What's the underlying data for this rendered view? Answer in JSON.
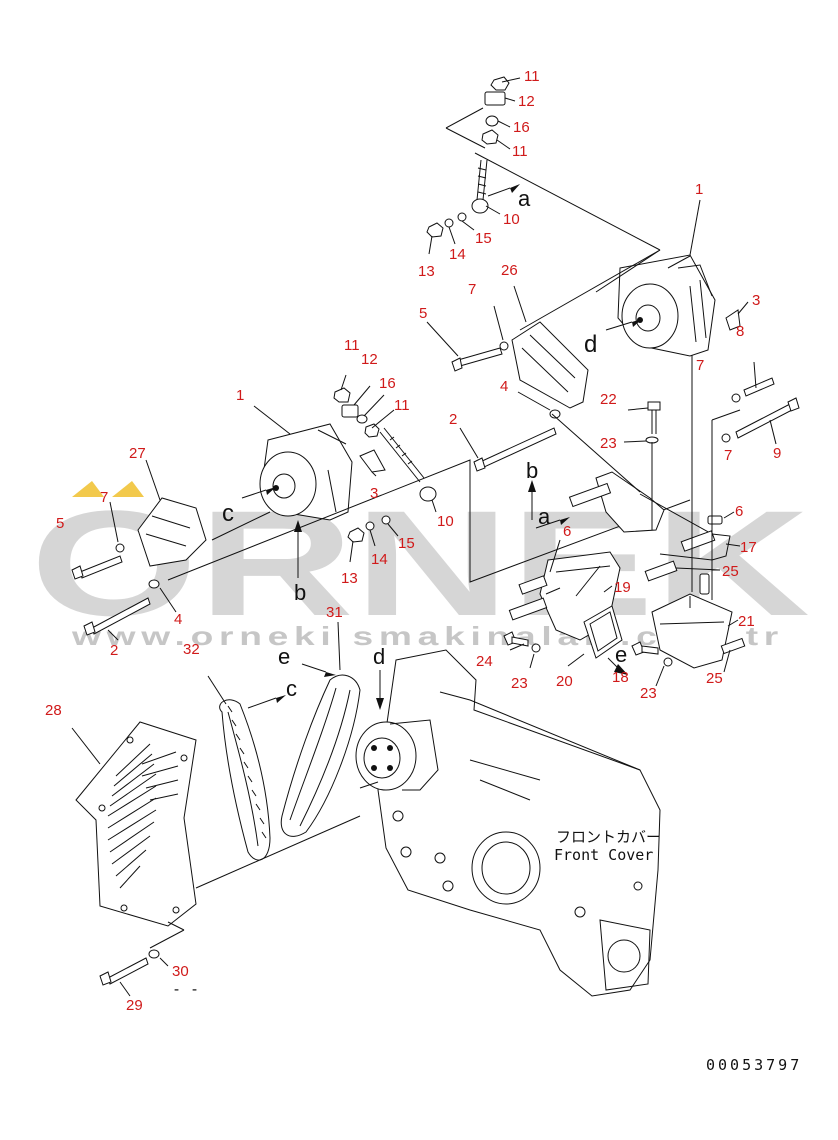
{
  "watermark": {
    "brand": "ORNEK",
    "url": "www.orneki smakinalari.com.tr",
    "accent_color": "#f2c94c"
  },
  "front_cover_label_jp": "フロントカバー",
  "front_cover_label_en": "Front Cover",
  "doc_number": "00053797",
  "part_numbers": [
    {
      "t": "11"
    },
    {
      "t": "12"
    },
    {
      "t": "16"
    },
    {
      "t": "11"
    },
    {
      "t": "a"
    },
    {
      "t": "10"
    },
    {
      "t": "15"
    },
    {
      "t": "14"
    },
    {
      "t": "13"
    },
    {
      "t": "1"
    },
    {
      "t": "26"
    },
    {
      "t": "7"
    },
    {
      "t": "5"
    },
    {
      "t": "d"
    },
    {
      "t": "3"
    },
    {
      "t": "8"
    },
    {
      "t": "7"
    },
    {
      "t": "4"
    },
    {
      "t": "22"
    },
    {
      "t": "2"
    },
    {
      "t": "23"
    },
    {
      "t": "9"
    },
    {
      "t": "7"
    },
    {
      "t": "11"
    },
    {
      "t": "12"
    },
    {
      "t": "16"
    },
    {
      "t": "1"
    },
    {
      "t": "11"
    },
    {
      "t": "27"
    },
    {
      "t": "b"
    },
    {
      "t": "3"
    },
    {
      "t": "6"
    },
    {
      "t": "a"
    },
    {
      "t": "c"
    },
    {
      "t": "10"
    },
    {
      "t": "15"
    },
    {
      "t": "14"
    },
    {
      "t": "13"
    },
    {
      "t": "5"
    },
    {
      "t": "7"
    },
    {
      "t": "b"
    },
    {
      "t": "4"
    },
    {
      "t": "2"
    },
    {
      "t": "6"
    },
    {
      "t": "17"
    },
    {
      "t": "25"
    },
    {
      "t": "19"
    },
    {
      "t": "21"
    },
    {
      "t": "31"
    },
    {
      "t": "32"
    },
    {
      "t": "e"
    },
    {
      "t": "d"
    },
    {
      "t": "c"
    },
    {
      "t": "24"
    },
    {
      "t": "23"
    },
    {
      "t": "20"
    },
    {
      "t": "e"
    },
    {
      "t": "18"
    },
    {
      "t": "23"
    },
    {
      "t": "25"
    },
    {
      "t": "28"
    },
    {
      "t": "30"
    },
    {
      "t": "29"
    }
  ]
}
